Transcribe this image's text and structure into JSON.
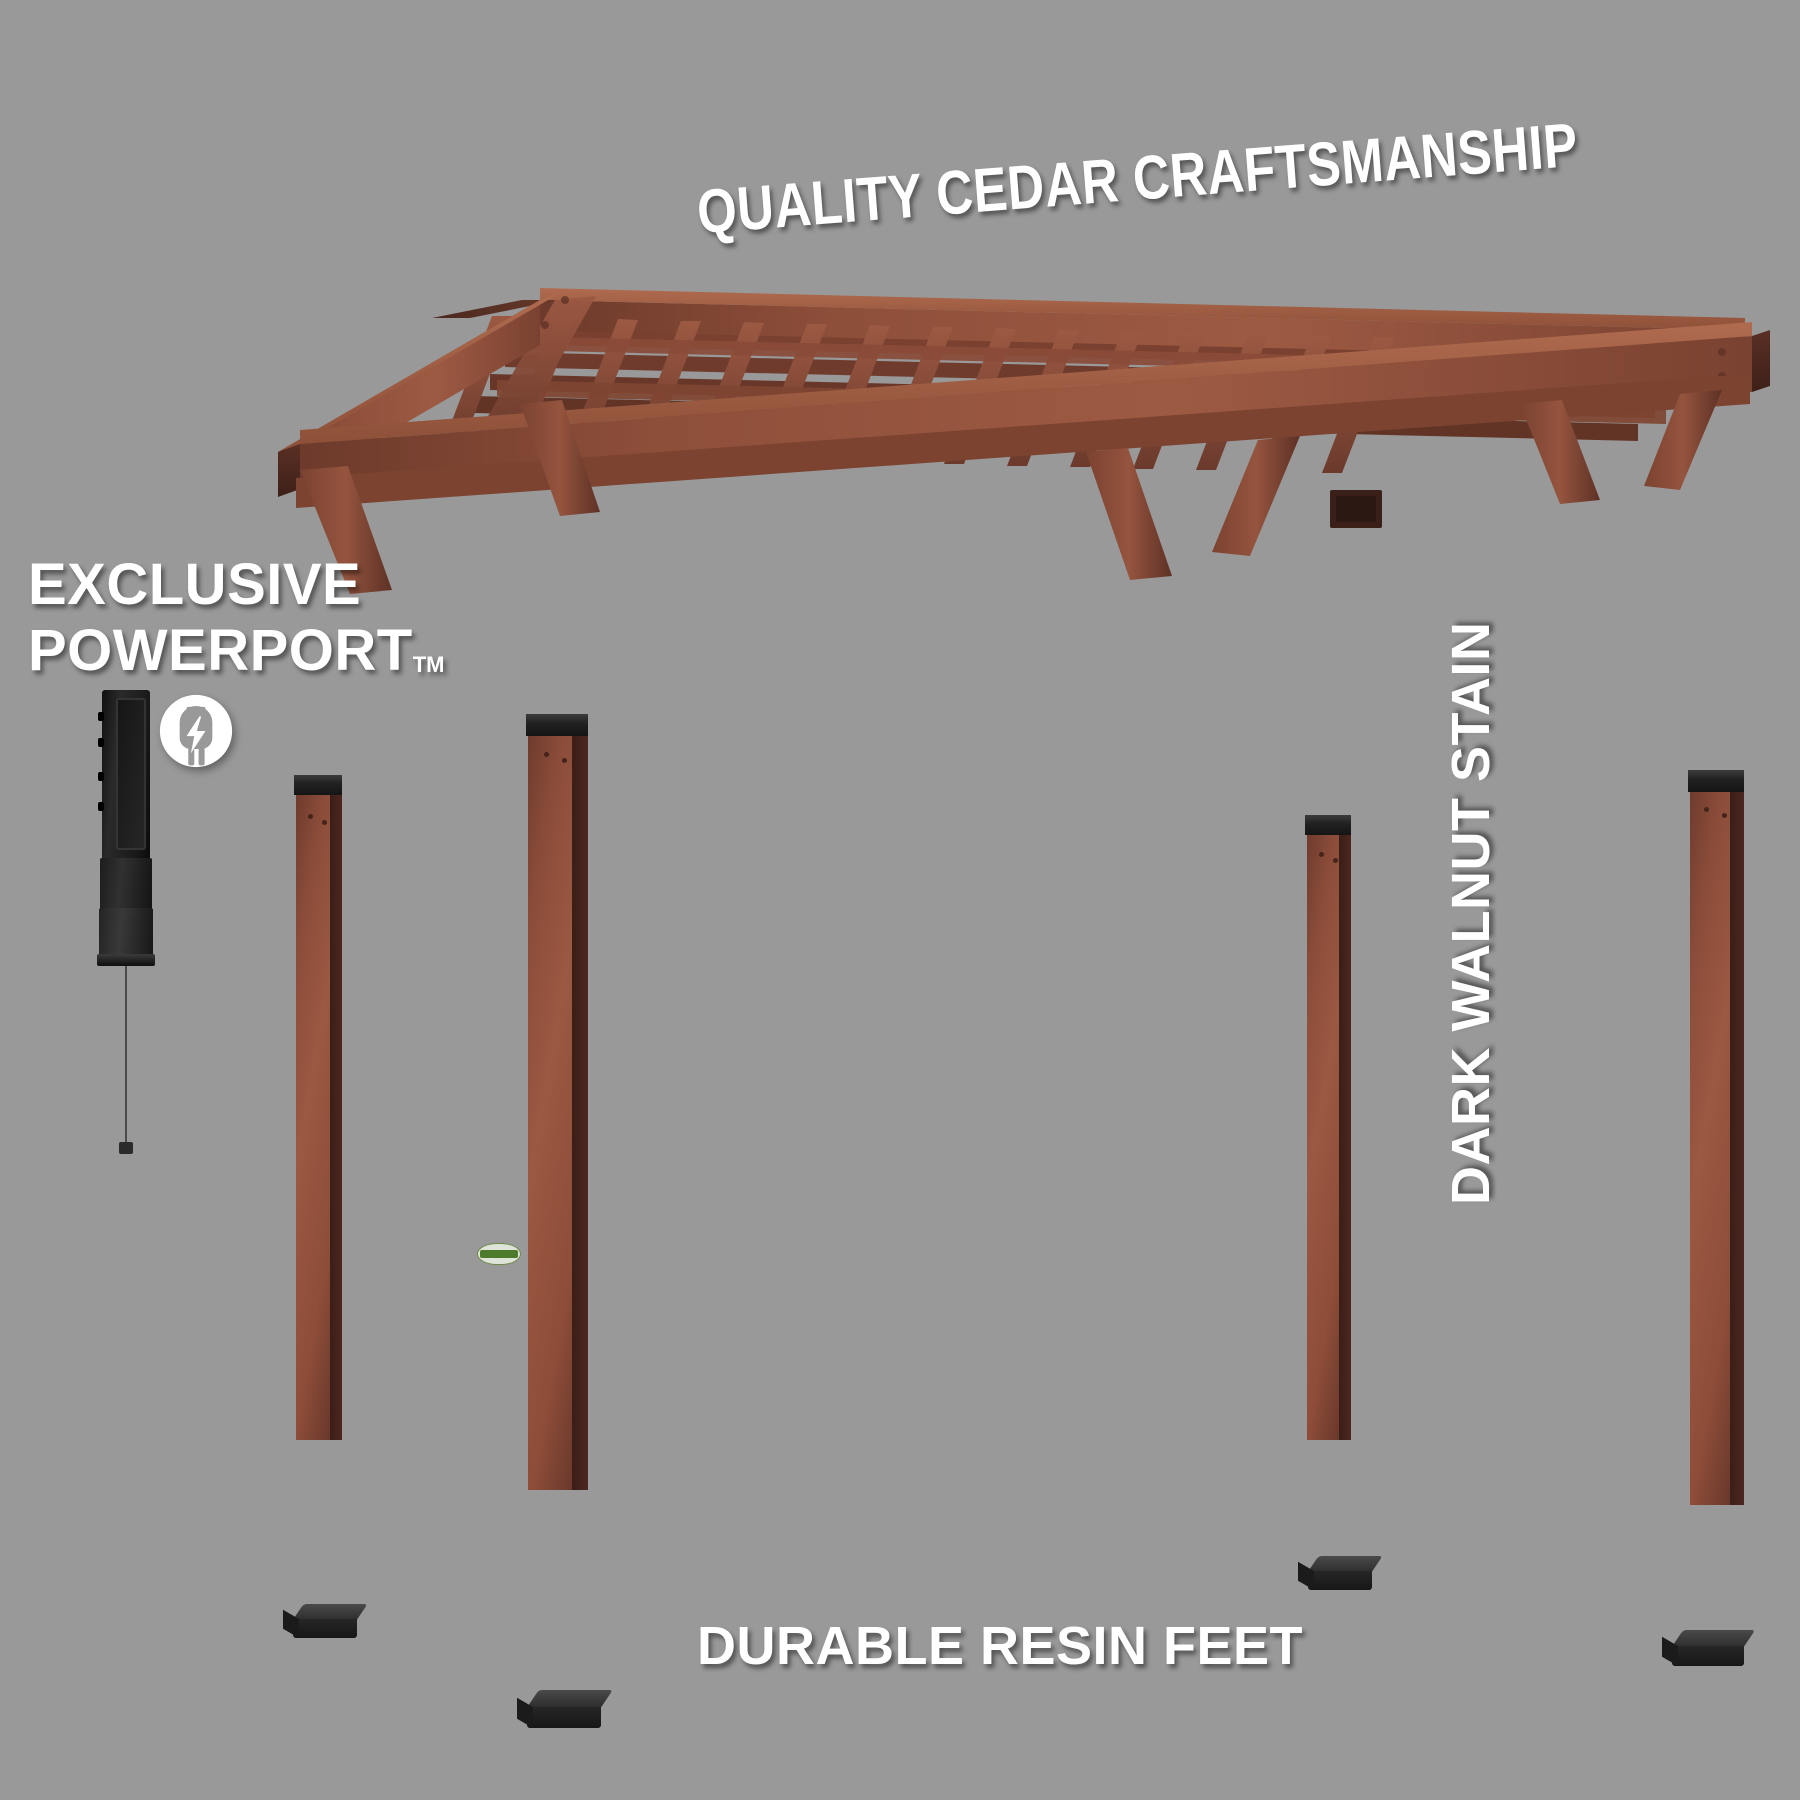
{
  "image": {
    "background_color": "#999999",
    "product": "Cedar pergola exploded assembly view",
    "stain_color": "#8a4c39",
    "accent_white": "#ffffff"
  },
  "callouts": {
    "quality": {
      "text": "QUALITY CEDAR CRAFTSMANSHIP",
      "position": "top-center",
      "rotation_deg": -4.4
    },
    "exclusive": {
      "line1": "EXCLUSIVE",
      "line2": "POWERPORT",
      "trademark": "TM",
      "position": "left"
    },
    "stain": {
      "text": "DARK WALNUT STAIN",
      "position": "right-vertical",
      "rotation_deg": -90
    },
    "feet": {
      "text": "DURABLE RESIN FEET",
      "position": "bottom-center"
    }
  },
  "icons": {
    "power_badge": "power-plug-bolt-icon",
    "powerport_device": "powerport-outlet-device"
  },
  "parts": {
    "roof": {
      "name": "pergola-roof-assembly",
      "components": [
        "front-beam",
        "rear-beam",
        "side-beam",
        "rafters",
        "purlins",
        "knee-braces"
      ]
    },
    "posts": {
      "name": "pergola-posts",
      "count": 4,
      "cap": "black-post-cap"
    },
    "feet": {
      "name": "resin-feet",
      "count": 4,
      "color": "#1f1f1f"
    },
    "brand_label": {
      "name": "brand-sticker",
      "colors": [
        "#4e7a2e",
        "#dfe4d8"
      ]
    }
  }
}
